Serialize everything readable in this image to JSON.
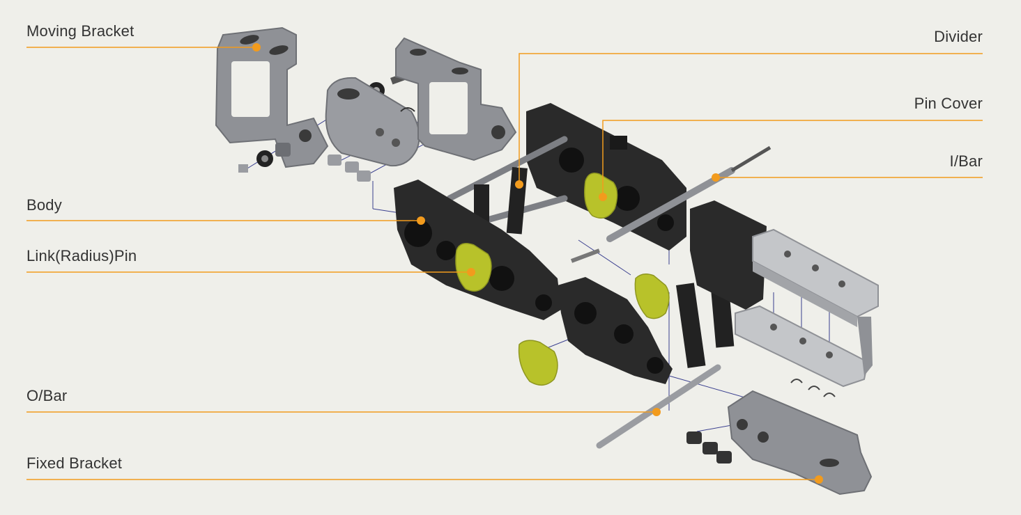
{
  "labels": {
    "moving_bracket": "Moving Bracket",
    "body": "Body",
    "link_pin": "Link(Radius)Pin",
    "o_bar": "O/Bar",
    "fixed_bracket": "Fixed Bracket",
    "divider": "Divider",
    "pin_cover": "Pin Cover",
    "i_bar": "I/Bar"
  },
  "colors": {
    "background": "#efefea",
    "leader": "#f29b1d",
    "body_part": "#2a2a2a",
    "pin_cover": "#b8c22a",
    "bracket": "#8f9196",
    "assembly_line": "#3a3f8f"
  }
}
